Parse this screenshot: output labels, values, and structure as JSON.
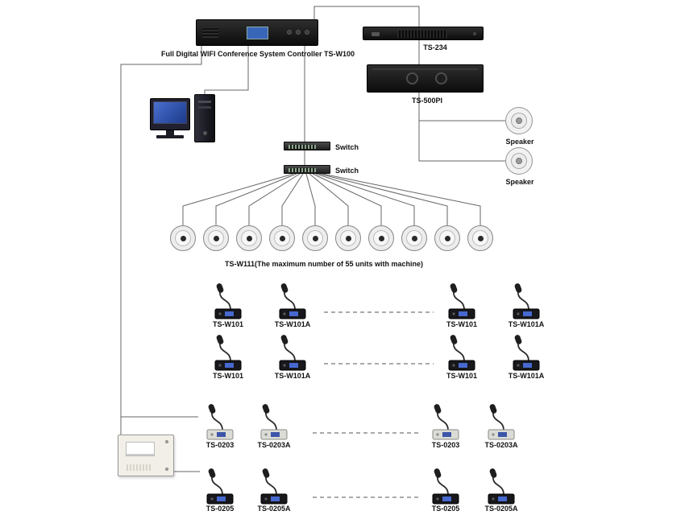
{
  "diagram": {
    "controller": {
      "label": "Full Digital WIFI Conference System Controller TS-W100"
    },
    "ts234": {
      "label": "TS-234"
    },
    "ts500pi": {
      "label": "TS-500PI"
    },
    "speakers": [
      {
        "label": "Speaker"
      },
      {
        "label": "Speaker"
      }
    ],
    "switches": [
      {
        "label": "Switch"
      },
      {
        "label": "Switch"
      }
    ],
    "wifi_units": {
      "label": "TS-W111(The maximum number of 55 units with machine)",
      "unit_count": 10
    },
    "rows": [
      {
        "labels": [
          "TS-W101",
          "TS-W101A",
          "TS-W101",
          "TS-W101A"
        ]
      },
      {
        "labels": [
          "TS-W101",
          "TS-W101A",
          "TS-W101",
          "TS-W101A"
        ]
      },
      {
        "labels": [
          "TS-0203",
          "TS-0203A",
          "TS-0203",
          "TS-0203A"
        ]
      },
      {
        "labels": [
          "TS-0205",
          "TS-0205A",
          "TS-0205",
          "TS-0205A"
        ]
      }
    ],
    "colors": {
      "screen_blue": "#4668cf",
      "device_black": "#141414"
    }
  }
}
